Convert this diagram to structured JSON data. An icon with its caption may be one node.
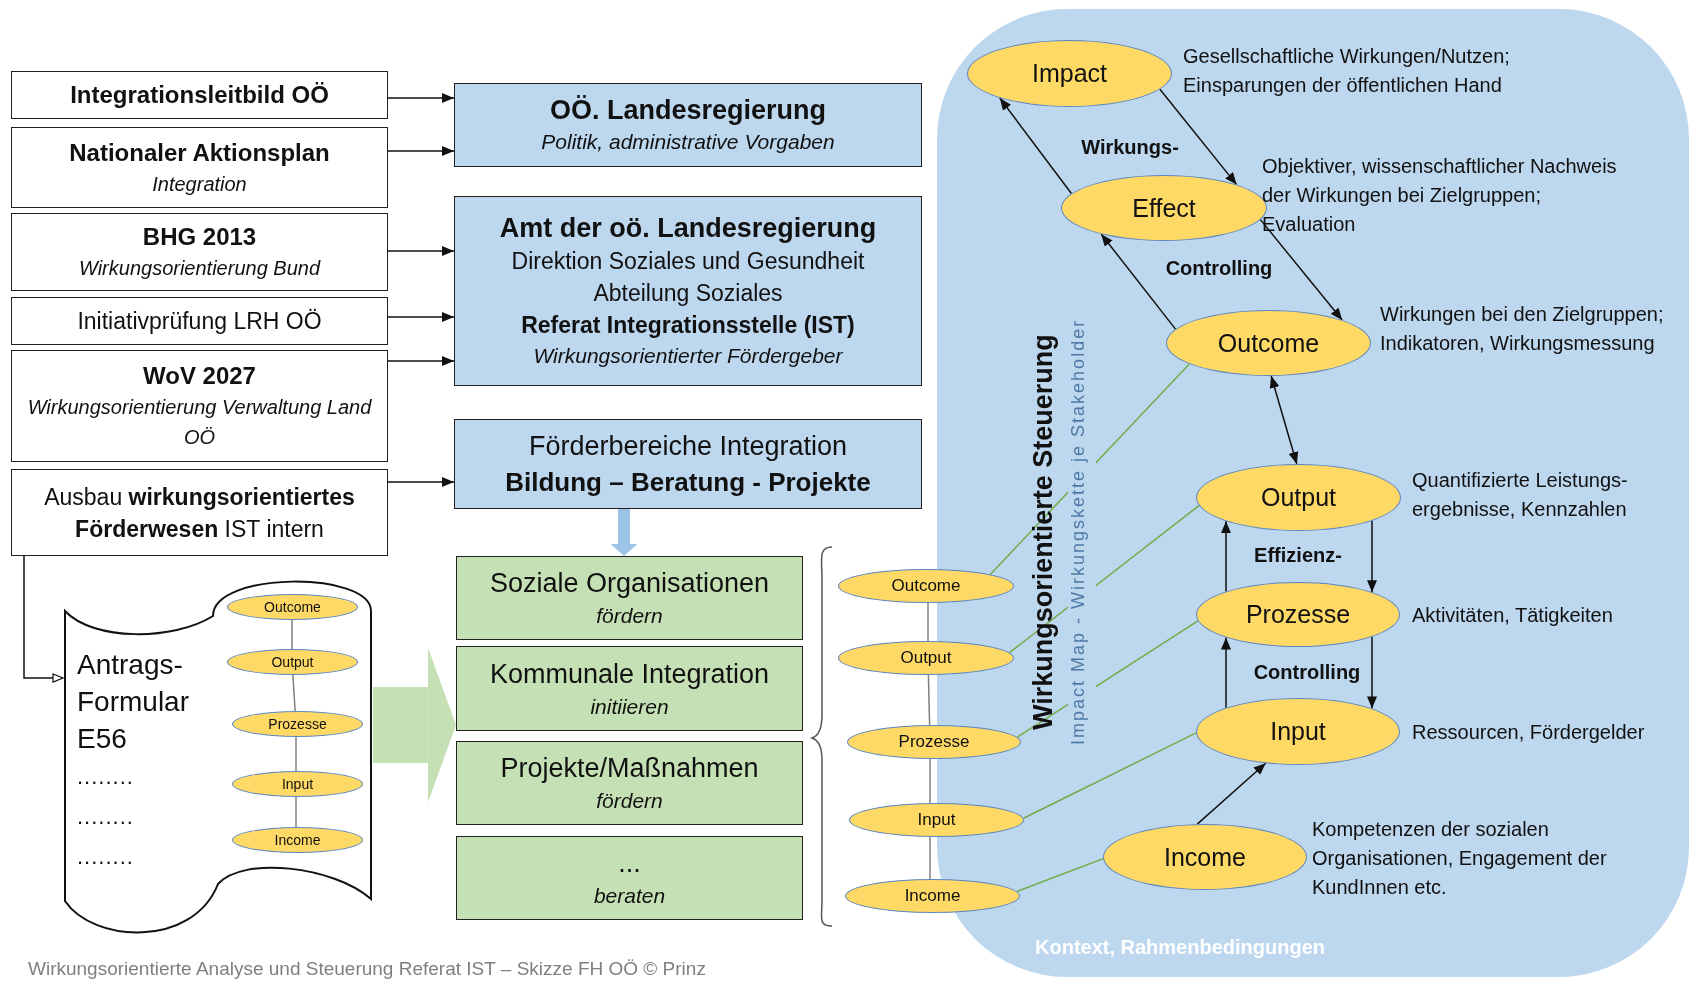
{
  "diagram": {
    "caption": "Wirkungsorientierte Analyse und Steuerung Referat IST – Skizze FH OÖ © Prinz",
    "nodes": [
      {
        "text": [
          "Integrationsleitbild OÖ"
        ]
      },
      {
        "text": [
          "Nationaler Aktionsplan",
          "Integration"
        ]
      },
      {
        "text": [
          "BHG 2013",
          "Wirkungsorientierung Bund"
        ]
      },
      {
        "text": [
          "Initiativprüfung LRH OÖ"
        ]
      },
      {
        "text": [
          "WoV 2027",
          "Wirkungsorientierung Verwaltung Land OÖ"
        ]
      },
      {
        "text": [
          "Ausbau **wirkungsorientiertes Förderwesen** IST intern"
        ]
      },
      {
        "text": [
          "OÖ. Landesregierung",
          "Politik, administrative Vorgaben"
        ]
      },
      {
        "text": [
          "Amt der oö. Landesregierung",
          "Direktion Soziales und Gesundheit",
          "Abteilung Soziales",
          "Referat Integrationsstelle (IST)",
          "Wirkungsorientierter Fördergeber"
        ]
      },
      {
        "text": [
          "Förderbereiche Integration",
          "Bildung – Beratung - Projekte"
        ]
      },
      {
        "text": [
          "Antrags- Formular E56",
          "........",
          "........",
          "........"
        ]
      },
      {
        "text": [
          "Outcome"
        ],
        "in": 9
      },
      {
        "text": [
          "Output"
        ],
        "in": 9
      },
      {
        "text": [
          "Prozesse"
        ],
        "in": 9
      },
      {
        "text": [
          "Input"
        ],
        "in": 9
      },
      {
        "text": [
          "Income"
        ],
        "in": 9
      },
      {
        "text": [
          "Soziale Organisationen",
          "fördern"
        ]
      },
      {
        "text": [
          "Kommunale Integration",
          "initiieren"
        ]
      },
      {
        "text": [
          "Projekte/Maßnahmen",
          "fördern"
        ]
      },
      {
        "text": [
          "...",
          "beraten"
        ]
      },
      {
        "text": [
          "Outcome"
        ]
      },
      {
        "text": [
          "Output"
        ]
      },
      {
        "text": [
          "Prozesse"
        ]
      },
      {
        "text": [
          "Input"
        ]
      },
      {
        "text": [
          "Income"
        ]
      },
      {
        "text": [
          "Wirkungsorientierte Steuerung",
          "Impact Map - Wirkungskette je Stakeholder",
          "Kontext, Rahmenbedingungen"
        ]
      },
      {
        "text": [
          "Impact"
        ],
        "in": 24,
        "beside": [
          "Gesellschaftliche Wirkungen/Nutzen; Einsparungen der öffentlichen Hand"
        ]
      },
      {
        "text": [
          "Effect"
        ],
        "in": 24,
        "beside": [
          "Objektiver, wissenschaftlicher Nachweis der Wirkungen bei Zielgruppen; Evaluation"
        ]
      },
      {
        "text": [
          "Outcome"
        ],
        "in": 24,
        "beside": [
          "Wirkungen bei den Zielgruppen; Indikatoren, Wirkungsmessung"
        ]
      },
      {
        "text": [
          "Output"
        ],
        "in": 24,
        "beside": [
          "Quantifizierte Leistungs- ergebnisse, Kennzahlen"
        ]
      },
      {
        "text": [
          "Prozesse"
        ],
        "in": 24,
        "beside": [
          "Aktivitäten, Tätigkeiten"
        ]
      },
      {
        "text": [
          "Input"
        ],
        "in": 24,
        "beside": [
          "Ressourcen, Fördergelder"
        ]
      },
      {
        "text": [
          "Income"
        ],
        "in": 24,
        "beside": [
          "Kompetenzen der sozialen Organisationen, Engagement der KundInnen etc."
        ]
      }
    ],
    "edges": [
      {
        "from": 0,
        "to": 6,
        "arrow": "to"
      },
      {
        "from": 1,
        "to": 6,
        "arrow": "to"
      },
      {
        "from": 2,
        "to": 7,
        "arrow": "to"
      },
      {
        "from": 3,
        "to": 7,
        "arrow": "to"
      },
      {
        "from": 4,
        "to": 7,
        "arrow": "to"
      },
      {
        "from": 5,
        "to": 8,
        "arrow": "to"
      },
      {
        "from": 5,
        "to": 9,
        "arrow": "to"
      },
      {
        "from": 8,
        "to": 15,
        "arrow": "to",
        "style": "thick",
        "color": "#9dc3e6"
      },
      {
        "from": 9,
        "to": 16,
        "arrow": "to",
        "style": "thick",
        "color": "#c5e0b4"
      },
      {
        "from": 10,
        "to": 11,
        "arrow": "none",
        "color": "#808080"
      },
      {
        "from": 11,
        "to": 12,
        "arrow": "none",
        "color": "#808080"
      },
      {
        "from": 12,
        "to": 13,
        "arrow": "none",
        "color": "#808080"
      },
      {
        "from": 13,
        "to": 14,
        "arrow": "none",
        "color": "#808080"
      },
      {
        "from": 19,
        "to": 20,
        "arrow": "none",
        "color": "#808080"
      },
      {
        "from": 20,
        "to": 21,
        "arrow": "none",
        "color": "#808080"
      },
      {
        "from": 21,
        "to": 22,
        "arrow": "none",
        "color": "#808080"
      },
      {
        "from": 22,
        "to": 23,
        "arrow": "none",
        "color": "#808080"
      },
      {
        "from": 19,
        "to": 27,
        "arrow": "none",
        "color": "#70ad47"
      },
      {
        "from": 20,
        "to": 28,
        "arrow": "none",
        "color": "#70ad47"
      },
      {
        "from": 21,
        "to": 29,
        "arrow": "none",
        "color": "#70ad47"
      },
      {
        "from": 22,
        "to": 30,
        "arrow": "none",
        "color": "#70ad47"
      },
      {
        "from": 23,
        "to": 31,
        "arrow": "none",
        "color": "#70ad47"
      },
      {
        "from": 25,
        "to": 26,
        "arrow": "to"
      },
      {
        "from": 26,
        "to": 25,
        "arrow": "to",
        "label": "Wirkungs-"
      },
      {
        "from": 26,
        "to": 27,
        "arrow": "to"
      },
      {
        "from": 27,
        "to": 26,
        "arrow": "to",
        "label": "Controlling"
      },
      {
        "from": 27,
        "to": 28,
        "arrow": "both"
      },
      {
        "from": 28,
        "to": 29,
        "arrow": "to"
      },
      {
        "from": 29,
        "to": 28,
        "arrow": "to",
        "label": "Effizienz-"
      },
      {
        "from": 29,
        "to": 30,
        "arrow": "to"
      },
      {
        "from": 30,
        "to": 29,
        "arrow": "to",
        "label": "Controlling"
      },
      {
        "from": 31,
        "to": 30,
        "arrow": "to"
      }
    ]
  }
}
